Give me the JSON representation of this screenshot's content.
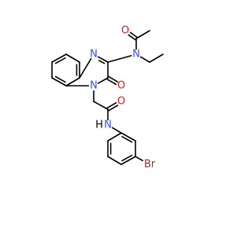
{
  "structure": {
    "colors": {
      "bond": "#000000",
      "C": "#000000",
      "N": "#3050F8",
      "O": "#FF0D0D",
      "H": "#000000",
      "Br": "#A62929"
    },
    "atoms": [
      {
        "id": "benz_c1",
        "el": "C"
      },
      {
        "id": "benz_c2",
        "el": "C"
      },
      {
        "id": "benz_c3",
        "el": "C"
      },
      {
        "id": "benz_c4",
        "el": "C"
      },
      {
        "id": "benz_c4a",
        "el": "C"
      },
      {
        "id": "benz_c8a",
        "el": "C"
      },
      {
        "id": "ring_n4",
        "el": "N",
        "label": "N"
      },
      {
        "id": "ring_n1",
        "el": "N",
        "label": "N"
      },
      {
        "id": "ring_c3",
        "el": "C"
      },
      {
        "id": "ring_c2",
        "el": "C"
      },
      {
        "id": "keto_o",
        "el": "O",
        "label": "O"
      },
      {
        "id": "acetamide_n",
        "el": "N",
        "label": "N"
      },
      {
        "id": "acetyl_c",
        "el": "C"
      },
      {
        "id": "acetyl_o",
        "el": "O",
        "label": "O"
      },
      {
        "id": "acetyl_me",
        "el": "C"
      },
      {
        "id": "ethyl_c1",
        "el": "C"
      },
      {
        "id": "ethyl_c2",
        "el": "C"
      },
      {
        "id": "linker_ch2",
        "el": "C"
      },
      {
        "id": "amide_c",
        "el": "C"
      },
      {
        "id": "amide_o",
        "el": "O",
        "label": "O"
      },
      {
        "id": "amide_nh",
        "el": "N",
        "label": "N",
        "hlabel": "H"
      },
      {
        "id": "aryl_c1",
        "el": "C"
      },
      {
        "id": "aryl_c2",
        "el": "C"
      },
      {
        "id": "aryl_c3",
        "el": "C"
      },
      {
        "id": "aryl_c4",
        "el": "C"
      },
      {
        "id": "aryl_c5",
        "el": "C"
      },
      {
        "id": "aryl_c6",
        "el": "C"
      },
      {
        "id": "bromo",
        "el": "Br",
        "label": "Br"
      }
    ],
    "bonds": [
      {
        "a": "benz_c1",
        "b": "benz_c2",
        "order": 1
      },
      {
        "a": "benz_c2",
        "b": "benz_c3",
        "order": 2
      },
      {
        "a": "benz_c3",
        "b": "benz_c4",
        "order": 1
      },
      {
        "a": "benz_c4",
        "b": "benz_c4a",
        "order": 2
      },
      {
        "a": "benz_c4a",
        "b": "benz_c8a",
        "order": 1
      },
      {
        "a": "benz_c8a",
        "b": "benz_c1",
        "order": 2
      },
      {
        "a": "benz_c4a",
        "b": "ring_n4",
        "order": 1
      },
      {
        "a": "ring_n4",
        "b": "ring_c3",
        "order": 2
      },
      {
        "a": "ring_c3",
        "b": "ring_c2",
        "order": 1
      },
      {
        "a": "ring_c2",
        "b": "ring_n1",
        "order": 1
      },
      {
        "a": "ring_n1",
        "b": "benz_c8a",
        "order": 1
      },
      {
        "a": "ring_c2",
        "b": "keto_o",
        "order": 2
      },
      {
        "a": "ring_c3",
        "b": "acetamide_n",
        "order": 1
      },
      {
        "a": "acetamide_n",
        "b": "acetyl_c",
        "order": 1
      },
      {
        "a": "acetyl_c",
        "b": "acetyl_o",
        "order": 2
      },
      {
        "a": "acetyl_c",
        "b": "acetyl_me",
        "order": 1
      },
      {
        "a": "acetamide_n",
        "b": "ethyl_c1",
        "order": 1
      },
      {
        "a": "ethyl_c1",
        "b": "ethyl_c2",
        "order": 1
      },
      {
        "a": "ring_n1",
        "b": "linker_ch2",
        "order": 1
      },
      {
        "a": "linker_ch2",
        "b": "amide_c",
        "order": 1
      },
      {
        "a": "amide_c",
        "b": "amide_o",
        "order": 2
      },
      {
        "a": "amide_c",
        "b": "amide_nh",
        "order": 1
      },
      {
        "a": "amide_nh",
        "b": "aryl_c1",
        "order": 1
      },
      {
        "a": "aryl_c1",
        "b": "aryl_c2",
        "order": 2
      },
      {
        "a": "aryl_c2",
        "b": "aryl_c3",
        "order": 1
      },
      {
        "a": "aryl_c3",
        "b": "aryl_c4",
        "order": 2
      },
      {
        "a": "aryl_c4",
        "b": "aryl_c5",
        "order": 1
      },
      {
        "a": "aryl_c5",
        "b": "aryl_c6",
        "order": 2
      },
      {
        "a": "aryl_c6",
        "b": "aryl_c1",
        "order": 1
      },
      {
        "a": "aryl_c3",
        "b": "bromo",
        "order": 1
      }
    ]
  }
}
